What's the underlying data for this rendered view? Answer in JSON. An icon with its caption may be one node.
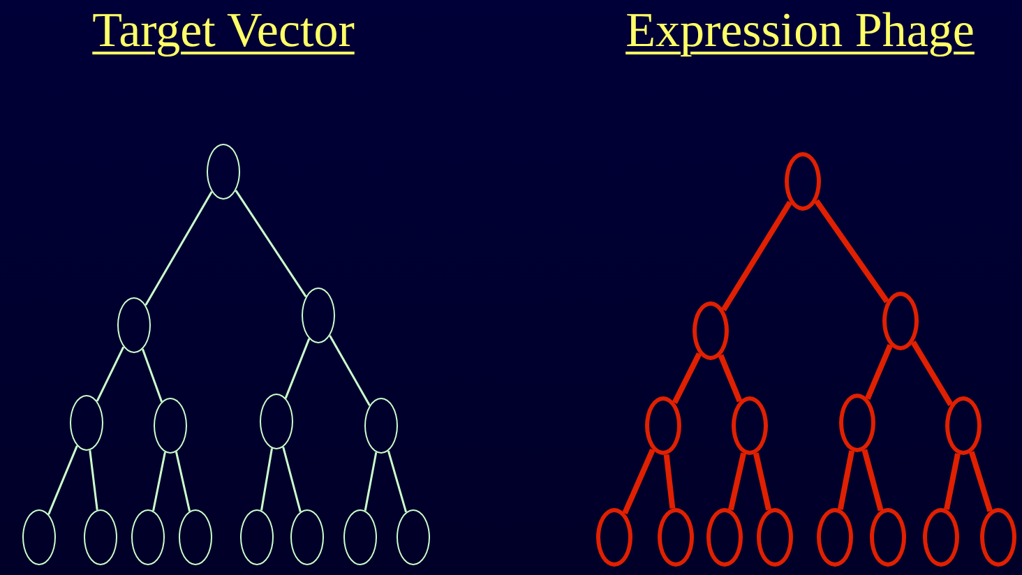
{
  "diagram": {
    "nodes": [
      {
        "text": [],
        "shape": "circle"
      },
      {
        "text": [],
        "shape": "circle"
      },
      {
        "text": [],
        "shape": "circle"
      },
      {
        "text": [],
        "shape": "circle"
      },
      {
        "text": [],
        "shape": "circle"
      },
      {
        "text": [],
        "shape": "circle"
      },
      {
        "text": [],
        "shape": "circle"
      },
      {
        "text": [],
        "shape": "circle"
      },
      {
        "text": [],
        "shape": "circle"
      },
      {
        "text": [],
        "shape": "circle"
      },
      {
        "text": [],
        "shape": "circle"
      },
      {
        "text": [],
        "shape": "circle"
      },
      {
        "text": [],
        "shape": "circle"
      },
      {
        "text": [],
        "shape": "circle"
      },
      {
        "text": [],
        "shape": "circle"
      },
      {
        "text": [],
        "shape": "circle"
      },
      {
        "text": [],
        "shape": "circle"
      },
      {
        "text": [],
        "shape": "circle"
      },
      {
        "text": [],
        "shape": "circle"
      },
      {
        "text": [],
        "shape": "circle"
      },
      {
        "text": [],
        "shape": "circle"
      },
      {
        "text": [],
        "shape": "circle"
      },
      {
        "text": [],
        "shape": "circle"
      },
      {
        "text": [],
        "shape": "circle"
      },
      {
        "text": [],
        "shape": "circle"
      },
      {
        "text": [],
        "shape": "circle"
      },
      {
        "text": [],
        "shape": "circle"
      },
      {
        "text": [],
        "shape": "circle"
      },
      {
        "text": [],
        "shape": "circle"
      },
      {
        "text": [],
        "shape": "circle"
      }
    ],
    "edges": [
      {
        "from": 0,
        "to": 1,
        "arrow": "none"
      },
      {
        "from": 0,
        "to": 2,
        "arrow": "none"
      },
      {
        "from": 1,
        "to": 3,
        "arrow": "none"
      },
      {
        "from": 1,
        "to": 4,
        "arrow": "none"
      },
      {
        "from": 2,
        "to": 5,
        "arrow": "none"
      },
      {
        "from": 2,
        "to": 6,
        "arrow": "none"
      },
      {
        "from": 3,
        "to": 7,
        "arrow": "none"
      },
      {
        "from": 3,
        "to": 8,
        "arrow": "none"
      },
      {
        "from": 4,
        "to": 9,
        "arrow": "none"
      },
      {
        "from": 4,
        "to": 10,
        "arrow": "none"
      },
      {
        "from": 5,
        "to": 11,
        "arrow": "none"
      },
      {
        "from": 5,
        "to": 12,
        "arrow": "none"
      },
      {
        "from": 6,
        "to": 13,
        "arrow": "none"
      },
      {
        "from": 6,
        "to": 14,
        "arrow": "none"
      },
      {
        "from": 15,
        "to": 16,
        "arrow": "none",
        "style": "thick",
        "color": "#e02000"
      },
      {
        "from": 15,
        "to": 17,
        "arrow": "none",
        "style": "thick",
        "color": "#e02000"
      },
      {
        "from": 16,
        "to": 18,
        "arrow": "none",
        "style": "thick",
        "color": "#e02000"
      },
      {
        "from": 16,
        "to": 19,
        "arrow": "none",
        "style": "thick",
        "color": "#e02000"
      },
      {
        "from": 17,
        "to": 20,
        "arrow": "none",
        "style": "thick",
        "color": "#e02000"
      },
      {
        "from": 17,
        "to": 21,
        "arrow": "none",
        "style": "thick",
        "color": "#e02000"
      },
      {
        "from": 18,
        "to": 22,
        "arrow": "none",
        "style": "thick",
        "color": "#e02000"
      },
      {
        "from": 18,
        "to": 23,
        "arrow": "none",
        "style": "thick",
        "color": "#e02000"
      },
      {
        "from": 19,
        "to": 24,
        "arrow": "none",
        "style": "thick",
        "color": "#e02000"
      },
      {
        "from": 19,
        "to": 25,
        "arrow": "none",
        "style": "thick",
        "color": "#e02000"
      },
      {
        "from": 20,
        "to": 26,
        "arrow": "none",
        "style": "thick",
        "color": "#e02000"
      },
      {
        "from": 20,
        "to": 27,
        "arrow": "none",
        "style": "thick",
        "color": "#e02000"
      },
      {
        "from": 21,
        "to": 28,
        "arrow": "none",
        "style": "thick",
        "color": "#e02000"
      },
      {
        "from": 21,
        "to": 29,
        "arrow": "none",
        "style": "thick",
        "color": "#e02000"
      }
    ],
    "labels": [
      "Target Vector",
      "Expression Phage"
    ]
  }
}
